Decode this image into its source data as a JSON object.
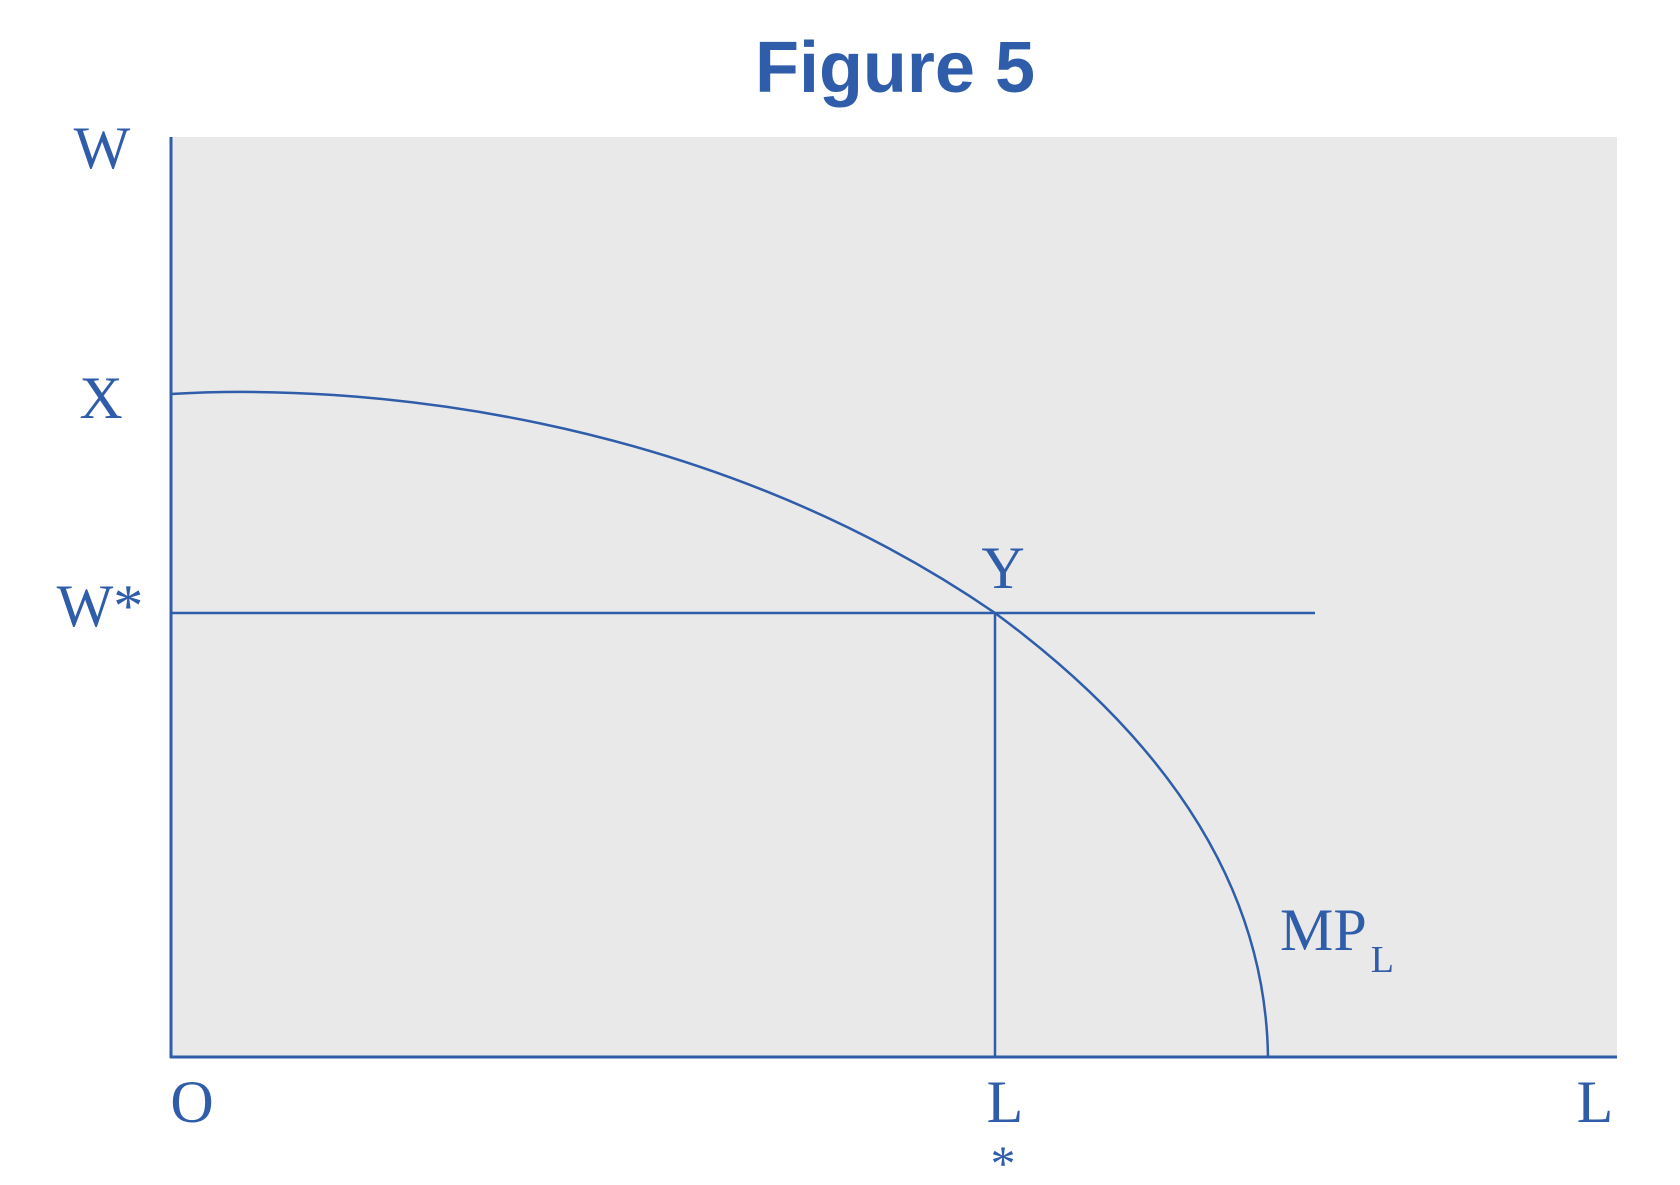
{
  "title": "Figure 5",
  "colors": {
    "ink": "#2F5DAA",
    "plot_background": "#E9E9EA",
    "page_background": "#FFFFFF"
  },
  "axes": {
    "y_label": "W",
    "x_label": "L",
    "origin_label": "O"
  },
  "y_markers": {
    "x_intercept": "X",
    "wage": "W*"
  },
  "x_markers": {
    "employment": "L",
    "employment_star": "*"
  },
  "points": {
    "equilibrium": "Y"
  },
  "curve": {
    "label_main": "MP",
    "label_sub": "L"
  }
}
